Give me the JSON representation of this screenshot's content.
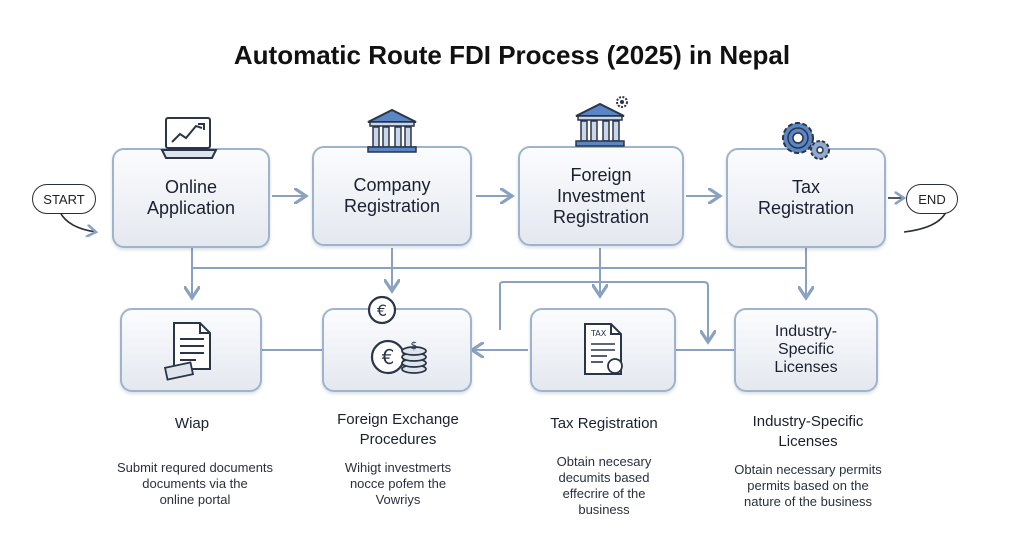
{
  "title": "Automatic Route FDI Process (2025) in Nepal",
  "start_label": "START",
  "end_label": "END",
  "top_steps": [
    {
      "label": "Online\nApplication",
      "icon": "laptop-chart-icon"
    },
    {
      "label": "Company\nRegistration",
      "icon": "bank-building-icon"
    },
    {
      "label": "Foreign\nInvestment\nRegistration",
      "icon": "bank-gear-icon"
    },
    {
      "label": "Tax\nRegistration",
      "icon": "gears-icon"
    }
  ],
  "bottom_steps": [
    {
      "label": "",
      "icon": "document-icon",
      "caption_title": "Wiap",
      "caption_desc": "Submit requred documents\ndocuments via the\nonline portal"
    },
    {
      "label": "",
      "icon": "euro-coins-icon",
      "caption_title": "Foreign Exchange\nProcedures",
      "caption_desc": "Wihigt investmerts\nnocce pofem the\nVowriys"
    },
    {
      "label": "",
      "icon": "tax-document-icon",
      "caption_title": "Tax Registration",
      "caption_desc": "Obtain necesary\ndecumits based\neffecrire of the\nbusiness"
    },
    {
      "label": "Industry-\nSpecific\nLicenses",
      "icon": "",
      "caption_title": "Industry-Specific\nLicenses",
      "caption_desc": "Obtain necessary permits\npermits based on the\nnature of the business"
    }
  ],
  "colors": {
    "box_border": "#9fb3cc",
    "connector": "#8aa2c0",
    "icon_blue": "#5a86c5",
    "icon_dark": "#2b3548"
  }
}
